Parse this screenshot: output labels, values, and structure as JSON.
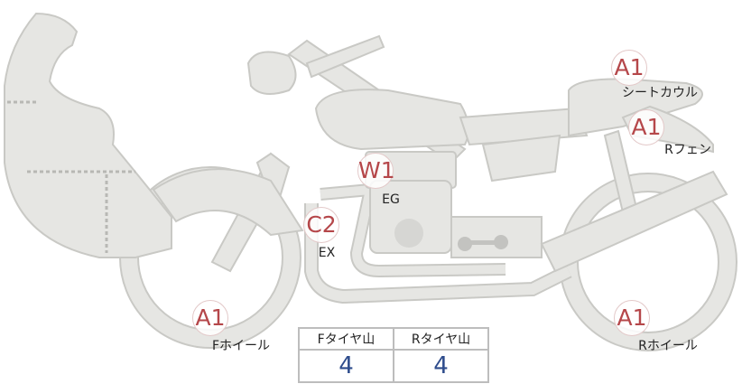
{
  "markers": [
    {
      "code": "A1",
      "label": "シートカウル"
    },
    {
      "code": "A1",
      "label": "Rフェン"
    },
    {
      "code": "W1",
      "label": "EG"
    },
    {
      "code": "C2",
      "label": "EX"
    },
    {
      "code": "A1",
      "label": "Fホイール"
    },
    {
      "code": "A1",
      "label": "Rホイール"
    }
  ],
  "tire_table": {
    "headers": [
      "Fタイヤ山",
      "Rタイヤ山"
    ],
    "values": [
      "4",
      "4"
    ]
  },
  "colors": {
    "part_fill": "#e6e6e3",
    "part_stroke": "#c9c9c5",
    "marker_text": "#b5474a",
    "value_text": "#2e4c8c"
  }
}
